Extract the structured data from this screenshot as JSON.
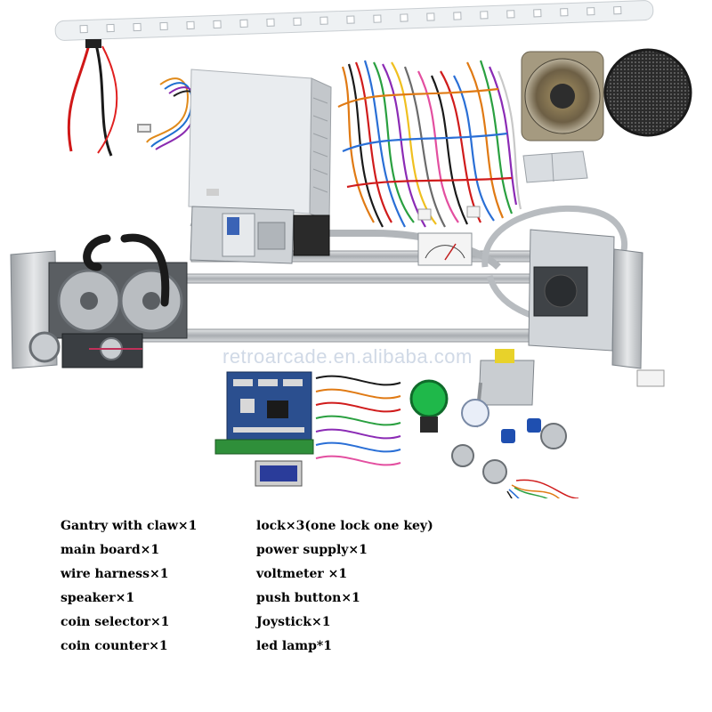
{
  "watermark": "retroarcade.en.alibaba.com",
  "parts": {
    "left": [
      "Gantry with claw×1",
      "main board×1",
      "wire harness×1",
      "speaker×1",
      "coin selector×1",
      "coin counter×1"
    ],
    "right": [
      "lock×3(one lock one key)",
      "power supply×1",
      "voltmeter ×1",
      "push button×1",
      "Joystick×1",
      "led lamp*1"
    ]
  },
  "colors": {
    "background": "#ffffff",
    "steel": "#b8bcc0",
    "pcb_blue": "#2b4f8f",
    "pcb_green": "#2f8f3a",
    "button_green": "#1fb84a",
    "key_blue": "#1f4fb0"
  }
}
